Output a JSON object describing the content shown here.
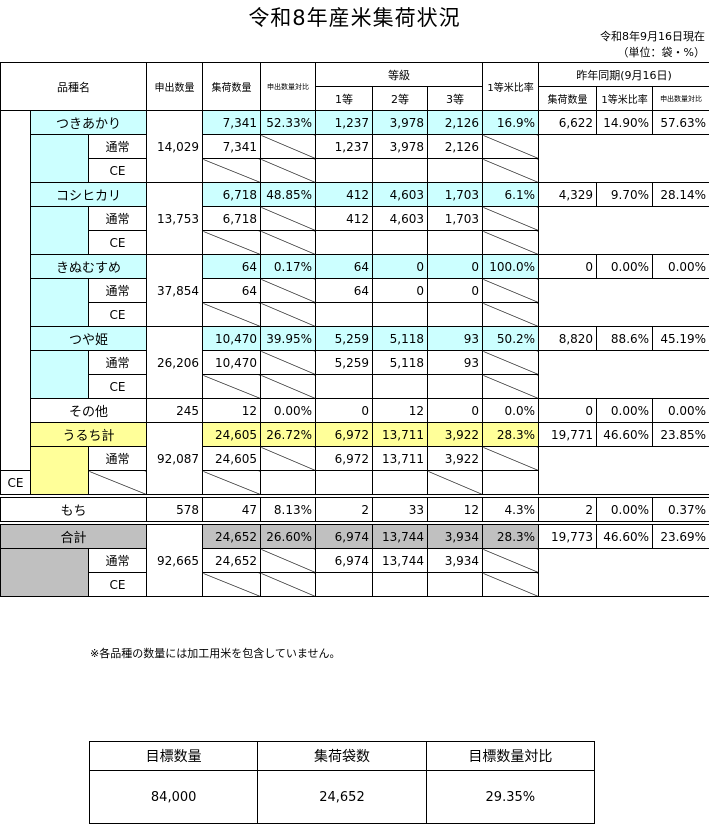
{
  "title": "令和8年産米集荷状況",
  "as_of": "令和8年9月16日現在",
  "unit": "（単位：袋・%）",
  "headers": {
    "variety": "品種名",
    "applied": "申出数量",
    "collected": "集荷数量",
    "ratio": "申出数量対比",
    "grade": "等級",
    "g1": "1等",
    "g2": "2等",
    "g3": "3等",
    "g1_ratio": "1等米比率",
    "prev": "昨年同期(9月16日)",
    "prev_collected": "集荷数量",
    "prev_g1": "1等米比率",
    "prev_ratio": "申出数量対比"
  },
  "rows": {
    "tsukiakari": {
      "name": "つきあかり",
      "applied": "14,029",
      "collected": "7,341",
      "ratio": "52.33%",
      "g1": "1,237",
      "g2": "3,978",
      "g3": "2,126",
      "g1_ratio": "16.9%",
      "prev_collected": "6,622",
      "prev_g1": "14.90%",
      "prev_ratio": "57.63%",
      "sub_normal": "通常",
      "normal_collected": "7,341",
      "normal_g1": "1,237",
      "normal_g2": "3,978",
      "normal_g3": "2,126",
      "sub_ce": "CE"
    },
    "koshihikari": {
      "name": "コシヒカリ",
      "applied": "13,753",
      "collected": "6,718",
      "ratio": "48.85%",
      "g1": "412",
      "g2": "4,603",
      "g3": "1,703",
      "g1_ratio": "6.1%",
      "prev_collected": "4,329",
      "prev_g1": "9.70%",
      "prev_ratio": "28.14%",
      "sub_normal": "通常",
      "normal_collected": "6,718",
      "normal_g1": "412",
      "normal_g2": "4,603",
      "normal_g3": "1,703",
      "sub_ce": "CE"
    },
    "kinumusume": {
      "name": "きぬむすめ",
      "applied": "37,854",
      "collected": "64",
      "ratio": "0.17%",
      "g1": "64",
      "g2": "0",
      "g3": "0",
      "g1_ratio": "100.0%",
      "prev_collected": "0",
      "prev_g1": "0.00%",
      "prev_ratio": "0.00%",
      "sub_normal": "通常",
      "normal_collected": "64",
      "normal_g1": "64",
      "normal_g2": "0",
      "normal_g3": "0",
      "sub_ce": "CE"
    },
    "tsuyahime": {
      "name": "つや姫",
      "applied": "26,206",
      "collected": "10,470",
      "ratio": "39.95%",
      "g1": "5,259",
      "g2": "5,118",
      "g3": "93",
      "g1_ratio": "50.2%",
      "prev_collected": "8,820",
      "prev_g1": "88.6%",
      "prev_ratio": "45.19%",
      "sub_normal": "通常",
      "normal_collected": "10,470",
      "normal_g1": "5,259",
      "normal_g2": "5,118",
      "normal_g3": "93",
      "sub_ce": "CE"
    },
    "other": {
      "name": "その他",
      "applied": "245",
      "collected": "12",
      "ratio": "0.00%",
      "g1": "0",
      "g2": "12",
      "g3": "0",
      "g1_ratio": "0.0%",
      "prev_collected": "0",
      "prev_g1": "0.00%",
      "prev_ratio": "0.00%"
    },
    "uruchi": {
      "name": "うるち計",
      "applied": "92,087",
      "collected": "24,605",
      "ratio": "26.72%",
      "g1": "6,972",
      "g2": "13,711",
      "g3": "3,922",
      "g1_ratio": "28.3%",
      "prev_collected": "19,771",
      "prev_g1": "46.60%",
      "prev_ratio": "23.85%",
      "sub_normal": "通常",
      "normal_collected": "24,605",
      "normal_g1": "6,972",
      "normal_g2": "13,711",
      "normal_g3": "3,922",
      "sub_ce": "CE"
    },
    "mochi": {
      "name": "もち",
      "applied": "578",
      "collected": "47",
      "ratio": "8.13%",
      "g1": "2",
      "g2": "33",
      "g3": "12",
      "g1_ratio": "4.3%",
      "prev_collected": "2",
      "prev_g1": "0.00%",
      "prev_ratio": "0.37%"
    },
    "total": {
      "name": "合計",
      "applied": "92,665",
      "collected": "24,652",
      "ratio": "26.60%",
      "g1": "6,974",
      "g2": "13,744",
      "g3": "3,934",
      "g1_ratio": "28.3%",
      "prev_collected": "19,773",
      "prev_g1": "46.60%",
      "prev_ratio": "23.69%",
      "sub_normal": "通常",
      "normal_collected": "24,652",
      "normal_g1": "6,974",
      "normal_g2": "13,744",
      "normal_g3": "3,934",
      "sub_ce": "CE"
    }
  },
  "note": "※各品種の数量には加工用米を包含していません。",
  "target": {
    "h_target": "目標数量",
    "h_bags": "集荷袋数",
    "h_ratio": "目標数量対比",
    "v_target": "84,000",
    "v_bags": "24,652",
    "v_ratio": "29.35%"
  },
  "colors": {
    "cyan": "#ccffff",
    "yellow": "#ffff99",
    "grey": "#c0c0c0"
  }
}
